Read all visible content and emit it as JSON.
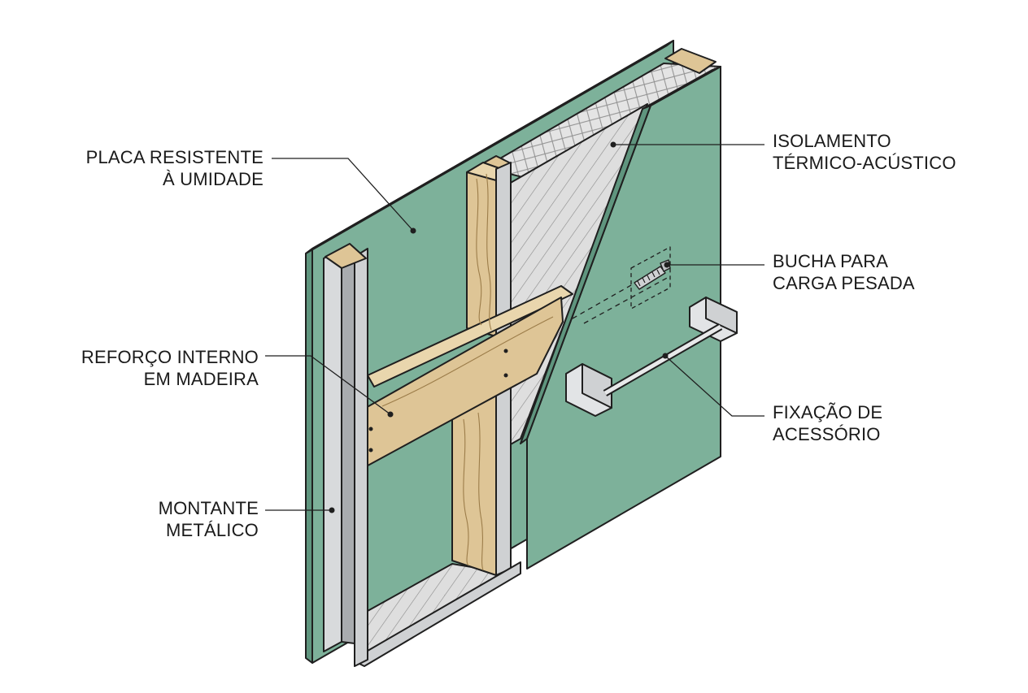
{
  "colors": {
    "board_green": "#7db19a",
    "board_green_dark": "#5f957e",
    "steel": "#cfd1d3",
    "steel_dark": "#a9acaf",
    "wood": "#dec596",
    "wood_dark": "#c6a96f",
    "insulation": "#d9d9d9",
    "outline": "#1f1f1f"
  },
  "labels": {
    "placa": {
      "line1": "PLACA RESISTENTE",
      "line2": "À UMIDADE"
    },
    "reforco": {
      "line1": "REFORÇO INTERNO",
      "line2": "EM MADEIRA"
    },
    "montante": {
      "line1": "MONTANTE",
      "line2": "METÁLICO"
    },
    "isolamento": {
      "line1": "ISOLAMENTO",
      "line2": "TÉRMICO-ACÚSTICO"
    },
    "bucha": {
      "line1": "BUCHA PARA",
      "line2": "CARGA PESADA"
    },
    "fixacao": {
      "line1": "FIXAÇÃO DE",
      "line2": "ACESSÓRIO"
    }
  }
}
